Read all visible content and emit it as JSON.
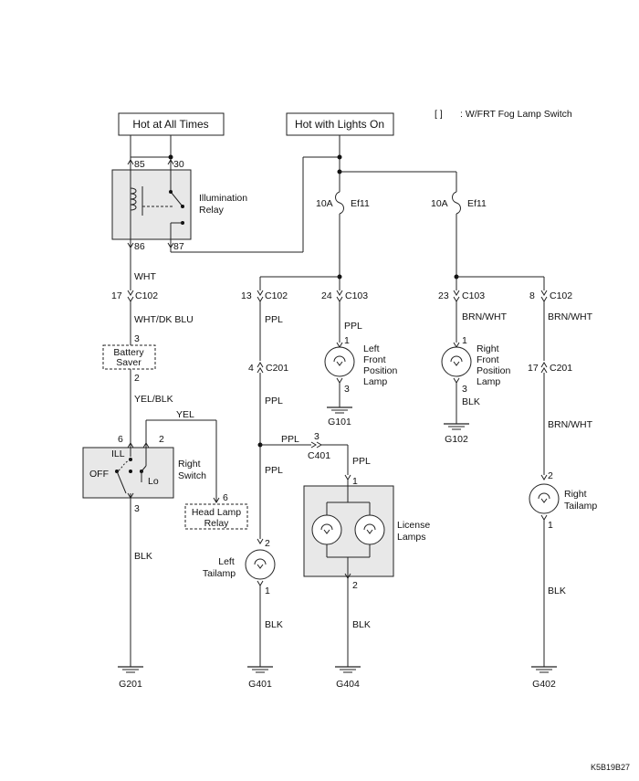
{
  "legend": {
    "bracket": "[    ]",
    "text": ": W/FRT Fog Lamp Switch"
  },
  "sources": {
    "hot_at_all_times": "Hot at All Times",
    "hot_with_lights_on": "Hot with Lights On"
  },
  "illumination_relay": {
    "label_line1": "Illumination",
    "label_line2": "Relay",
    "pin_85": "85",
    "pin_30": "30",
    "pin_86": "86",
    "pin_87": "87"
  },
  "fuses": [
    {
      "amp": "10A",
      "name": "Ef11"
    },
    {
      "amp": "10A",
      "name": "Ef11"
    }
  ],
  "wires": {
    "wht": "WHT",
    "wht_dk_blu": "WHT/DK BLU",
    "yel_blk": "YEL/BLK",
    "yel": "YEL",
    "blk_g201": "BLK",
    "ppl_left_top": "PPL",
    "ppl_left_mid": "PPL",
    "ppl_left_low": "PPL",
    "ppl_branch": "PPL",
    "ppl_license": "PPL",
    "blk_g401": "BLK",
    "blk_g404": "BLK",
    "ppl_lf": "PPL",
    "brn_wht_rf": "BRN/WHT",
    "blk_rf": "BLK",
    "brn_wht_r1": "BRN/WHT",
    "brn_wht_r2": "BRN/WHT",
    "blk_g402": "BLK"
  },
  "connectors": {
    "c102_a_pin": "17",
    "c102_a": "C102",
    "c102_b_pin": "13",
    "c102_b": "C102",
    "c103_a_pin": "24",
    "c103_a": "C103",
    "c103_b_pin": "23",
    "c103_b": "C103",
    "c102_c_pin": "8",
    "c102_c": "C102",
    "c201_a_pin": "4",
    "c201_a": "C201",
    "c201_b_pin": "17",
    "c201_b": "C201",
    "c401_pin": "3",
    "c401": "C401"
  },
  "battery_saver": {
    "line1": "Battery",
    "line2": "Saver",
    "pin_in": "3",
    "pin_out": "2"
  },
  "right_switch": {
    "label_line1": "Right",
    "label_line2": "Switch",
    "pin_6": "6",
    "pin_2": "2",
    "pin_3": "3",
    "ill": "ILL",
    "off": "OFF",
    "lo": "Lo"
  },
  "head_lamp_relay": {
    "line1": "Head Lamp",
    "line2": "Relay",
    "pin": "6"
  },
  "left_front_position_lamp": {
    "line1": "Left",
    "line2": "Front",
    "line3": "Position",
    "line4": "Lamp",
    "pin_1": "1",
    "pin_3": "3"
  },
  "right_front_position_lamp": {
    "line1": "Right",
    "line2": "Front",
    "line3": "Position",
    "line4": "Lamp",
    "pin_1": "1",
    "pin_3": "3"
  },
  "left_tailamp": {
    "line1": "Left",
    "line2": "Tailamp",
    "pin_2": "2",
    "pin_1": "1"
  },
  "right_tailamp": {
    "line1": "Right",
    "line2": "Tailamp",
    "pin_2": "2",
    "pin_1": "1"
  },
  "license_lamps": {
    "line1": "License",
    "line2": "Lamps",
    "pin_1": "1",
    "pin_2": "2"
  },
  "grounds": {
    "g201": "G201",
    "g401": "G401",
    "g404": "G404",
    "g402": "G402",
    "g101": "G101",
    "g102": "G102"
  },
  "figure_code": "K5B19B27"
}
